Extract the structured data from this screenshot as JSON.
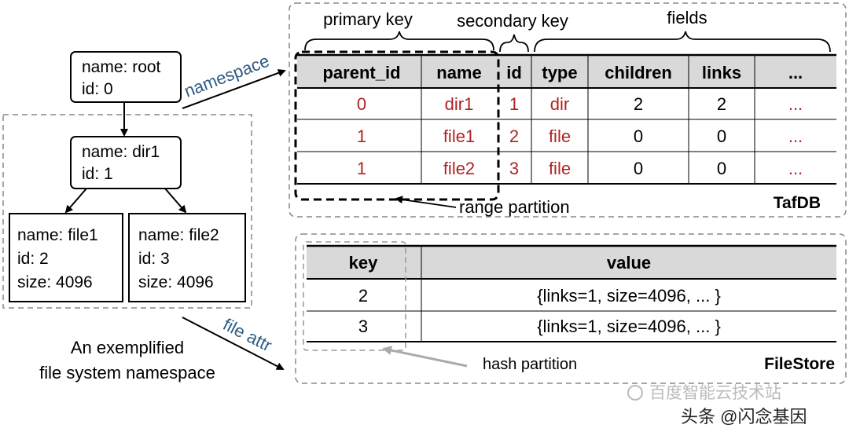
{
  "tree": {
    "root": {
      "name": "name: root",
      "id": "id: 0"
    },
    "dir1": {
      "name": "name: dir1",
      "id": "id: 1"
    },
    "file1": {
      "name": "name: file1",
      "id": "id: 2",
      "size": "size: 4096"
    },
    "file2": {
      "name": "name: file2",
      "id": "id: 3",
      "size": "size: 4096"
    },
    "caption_line1": "An exemplified",
    "caption_line2": "file system namespace"
  },
  "arrows": {
    "namespace": "namespace",
    "file_attr": "file attr"
  },
  "tafdb": {
    "label": "TafDB",
    "group_primary": "primary key",
    "group_secondary": "secondary key",
    "group_fields": "fields",
    "partition_label": "range partition",
    "headers": [
      "parent_id",
      "name",
      "id",
      "type",
      "children",
      "links",
      "..."
    ],
    "rows": [
      [
        "0",
        "dir1",
        "1",
        "dir",
        "2",
        "2",
        "..."
      ],
      [
        "1",
        "file1",
        "2",
        "file",
        "0",
        "0",
        "..."
      ],
      [
        "1",
        "file2",
        "3",
        "file",
        "0",
        "0",
        "..."
      ]
    ]
  },
  "filestore": {
    "label": "FileStore",
    "partition_label": "hash partition",
    "headers": [
      "key",
      "value"
    ],
    "rows": [
      [
        "2",
        "{links=1, size=4096, ... }"
      ],
      [
        "3",
        "{links=1, size=4096, ... }"
      ]
    ]
  },
  "watermark": {
    "line1": "百度智能云技术站",
    "line2": "头条 @闪念基因"
  },
  "colors": {
    "red": "#b22222",
    "header_bg": "#d9d9d9",
    "dash": "#888888",
    "arrow_blue": "#2e5b84"
  }
}
